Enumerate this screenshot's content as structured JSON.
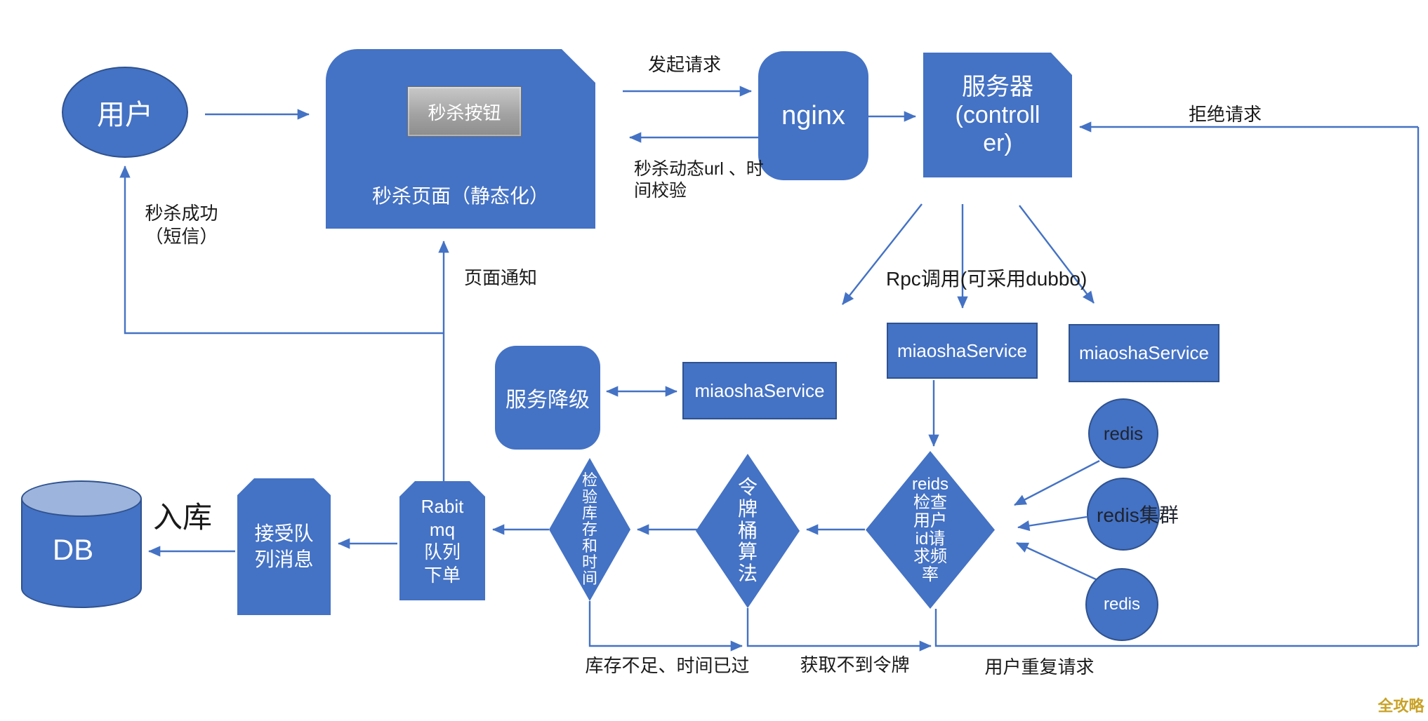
{
  "diagram": {
    "nodes": {
      "user": {
        "label": "用户"
      },
      "seckill_page": {
        "label": "秒杀页面（静态化）",
        "button": "秒杀按钮"
      },
      "nginx": {
        "label": "nginx"
      },
      "server": {
        "label": "服务器\n(controll\ner)"
      },
      "service_degrade": {
        "label": "服务降级"
      },
      "miaosha_service_1": {
        "label": "miaoshaService"
      },
      "miaosha_service_2": {
        "label": "miaoshaService"
      },
      "miaosha_service_3": {
        "label": "miaoshaService"
      },
      "redis_1": {
        "label": "redis"
      },
      "redis_cluster": {
        "label": "redis集群"
      },
      "redis_2": {
        "label": "redis"
      },
      "freq_check_diamond": {
        "label": "reids\n检查\n用户\nid请\n求频\n率"
      },
      "token_bucket_diamond": {
        "label": "令\n牌\n桶\n算\n法"
      },
      "stock_check_diamond": {
        "label": "检\n验\n库\n存\n和\n时\n间"
      },
      "rabbitmq": {
        "label": "Rabit\nmq\n队列\n下单"
      },
      "queue_consumer": {
        "label": "接受队\n列消息"
      },
      "db": {
        "label": "DB"
      }
    },
    "edge_labels": {
      "initiate_request": "发起请求",
      "dynamic_url_check": "秒杀动态url 、时\n间校验",
      "reject_request": "拒绝请求",
      "rpc_call": "Rpc调用(可采用dubbo)",
      "page_notify": "页面通知",
      "seckill_success": "秒杀成功\n（短信）",
      "stock_shortage": "库存不足、时间已过",
      "no_token": "获取不到令牌",
      "duplicate_request": "用户重复请求",
      "into_db": "入库"
    },
    "watermark": "全攻略",
    "colors": {
      "shape_fill": "#4472c4",
      "shape_border": "#2f528f",
      "line": "#4472c4",
      "cylinder_top": "#9db4dc",
      "label": "#1a1a1a",
      "redis_dark_text": "#1f2430",
      "watermark": "#c9a227"
    }
  }
}
